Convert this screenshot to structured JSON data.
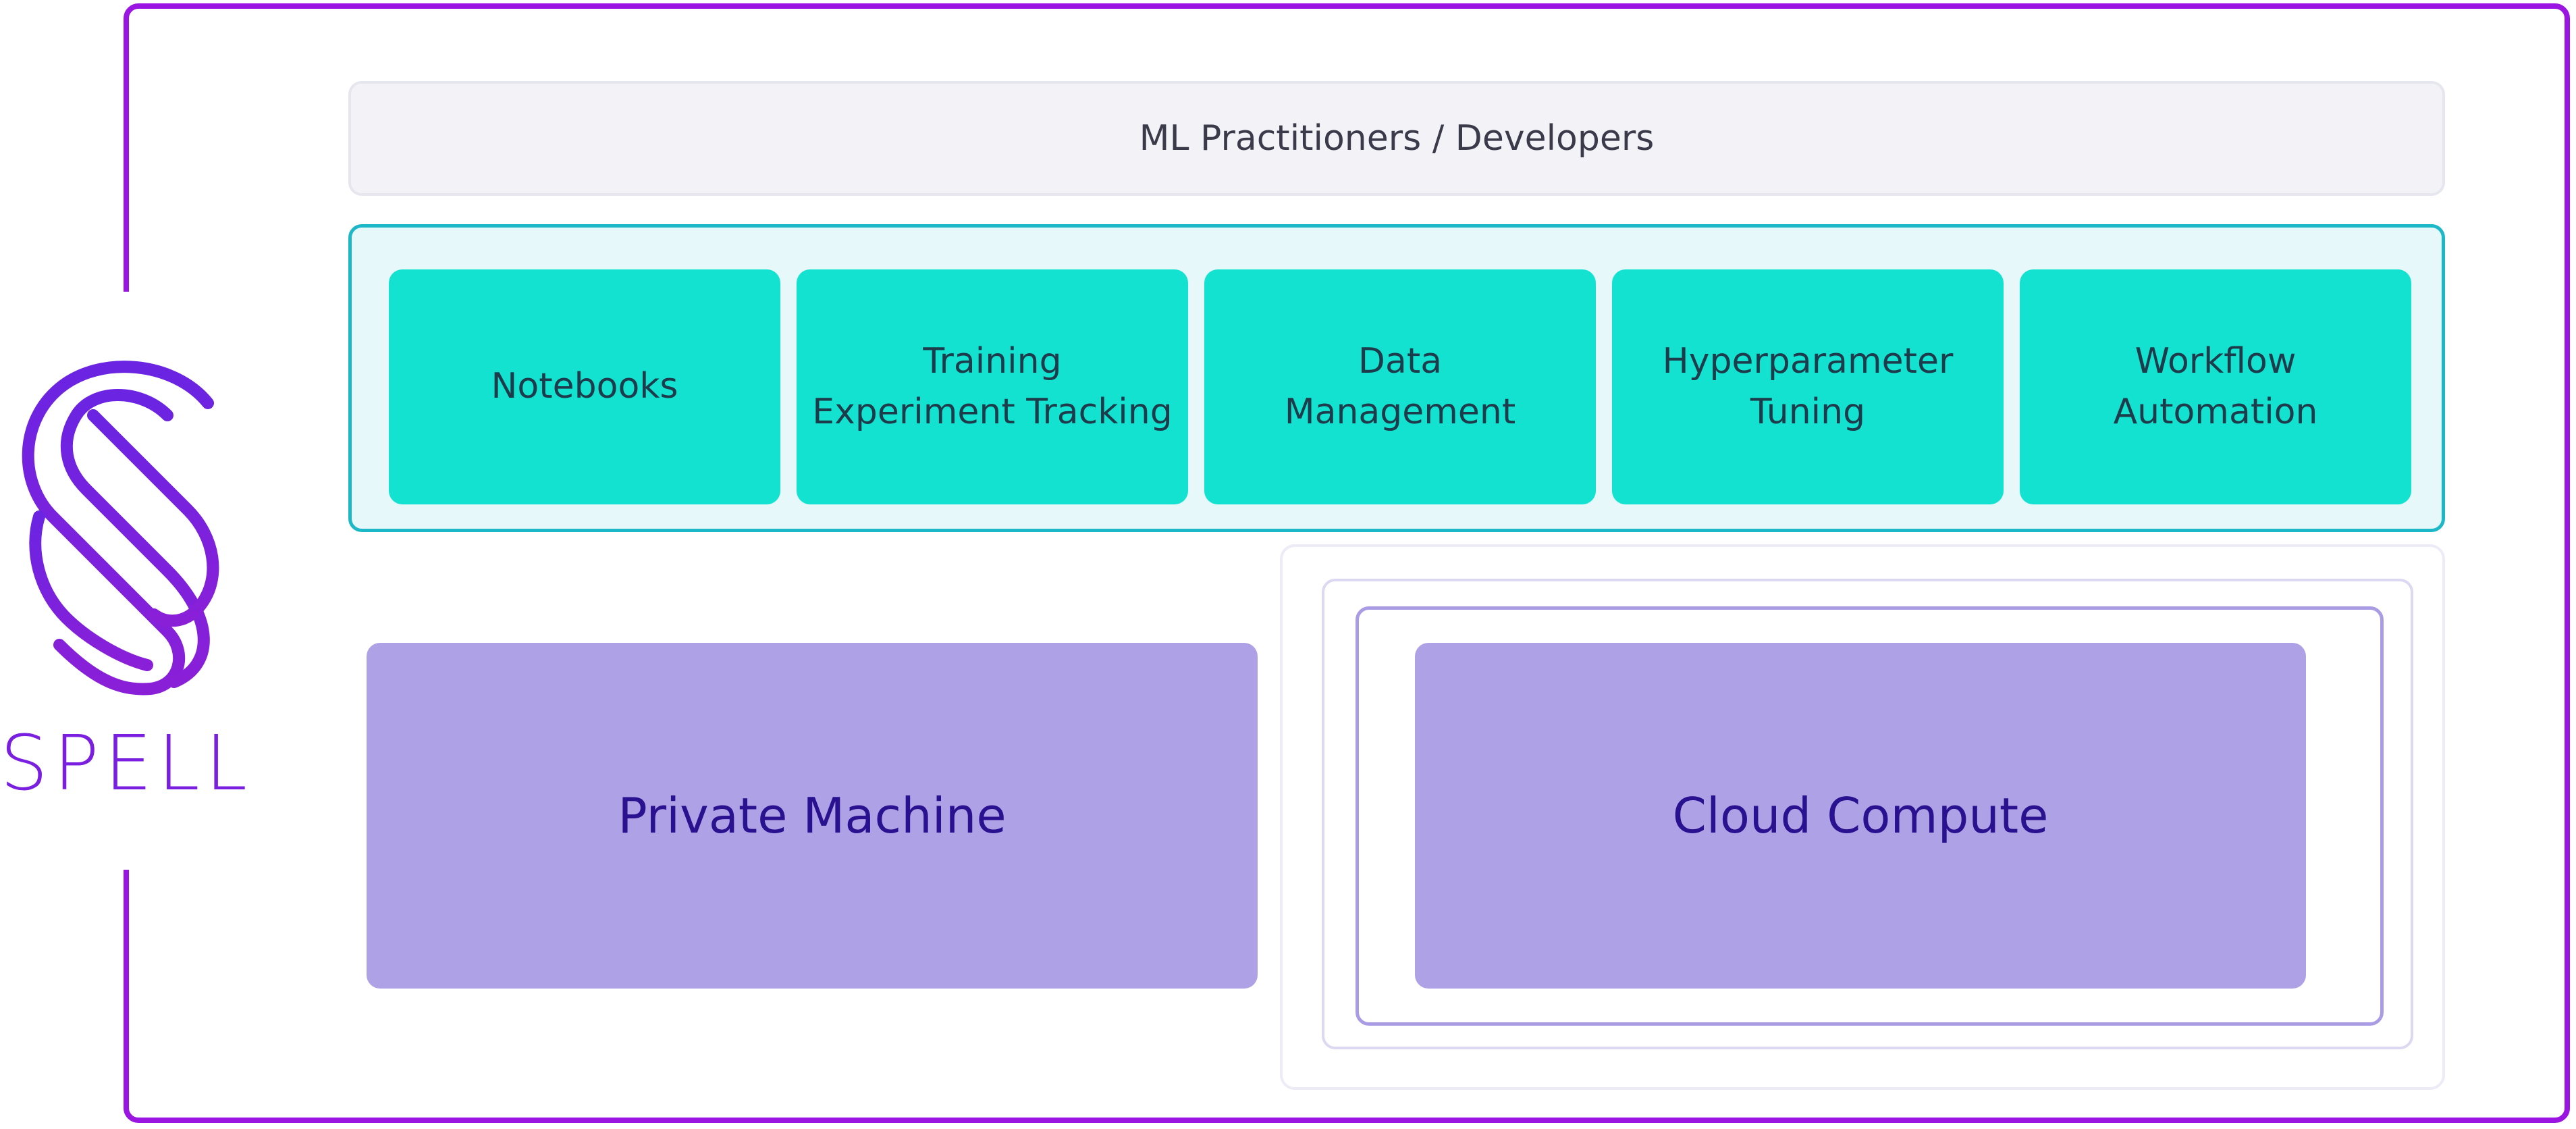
{
  "logo": {
    "text": "SPELL",
    "icon": "spell-s-icon",
    "color": "#7a1fe0"
  },
  "frame": {
    "color": "#9a15e2"
  },
  "top_band": {
    "label": "ML Practitioners / Developers"
  },
  "tools": [
    {
      "label": "Notebooks"
    },
    {
      "label": "Training\nExperiment Tracking"
    },
    {
      "label": "Data\nManagement"
    },
    {
      "label": "Hyperparameter\nTuning"
    },
    {
      "label": "Workflow\nAutomation"
    }
  ],
  "compute": {
    "private_label": "Private Machine",
    "cloud_label": "Cloud Compute"
  },
  "colors": {
    "tool_fill": "#14e2d0",
    "tool_container_border": "#1cb8c8",
    "compute_fill": "#afa1e5",
    "compute_text": "#2a1190"
  }
}
